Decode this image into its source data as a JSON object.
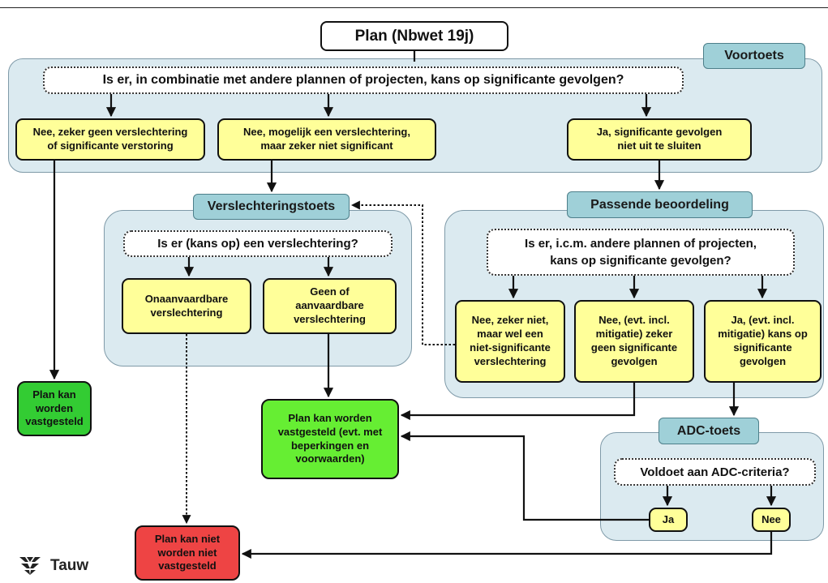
{
  "title": "Plan (Nbwet 19j)",
  "voortoets": {
    "tab": "Voortoets",
    "question": "Is er, in combinatie met andere plannen of projecten, kans op significante gevolgen?",
    "opt1": "Nee, zeker geen verslechtering\nof significante verstoring",
    "opt2": "Nee, mogelijk een verslechtering,\nmaar zeker niet significant",
    "opt3": "Ja, significante gevolgen\nniet uit te sluiten"
  },
  "verslechteringstoets": {
    "tab": "Verslechteringstoets",
    "question": "Is er (kans op) een verslechtering?",
    "opt1": "Onaanvaardbare\nverslechtering",
    "opt2": "Geen of\naanvaardbare\nverslechtering"
  },
  "passende": {
    "tab": "Passende beoordeling",
    "question": "Is er, i.c.m. andere plannen of projecten,\nkans op significante gevolgen?",
    "opt1": "Nee, zeker niet,\nmaar wel een\nniet-significante\nverslechtering",
    "opt2": "Nee, (evt. incl.\nmitigatie) zeker\ngeen significante\ngevolgen",
    "opt3": "Ja, (evt. incl.\nmitigatie) kans op\nsignificante\ngevolgen"
  },
  "adc": {
    "tab": "ADC-toets",
    "question": "Voldoet aan ADC-criteria?",
    "ja": "Ja",
    "nee": "Nee"
  },
  "outcomes": {
    "green_small": "Plan kan\nworden\nvastgesteld",
    "green_main": "Plan kan worden\nvastgesteld (evt. met\nbeperkingen en\nvoorwaarden)",
    "red": "Plan kan niet\nworden niet\nvastgesteld"
  },
  "logo": {
    "text": "Tauw",
    "icon": "tauw-logo-icon"
  },
  "colors": {
    "region": "#dbeaf0",
    "tab": "#9fd0d8",
    "option": "#ffff99",
    "green": "#66ee33",
    "green_dark": "#33cc33",
    "red": "#ee4444"
  }
}
